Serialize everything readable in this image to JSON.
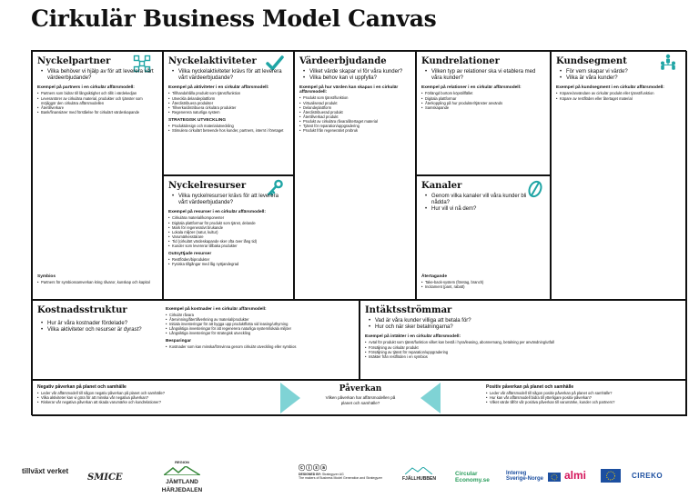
{
  "title": "Cirkulär Business Model Canvas",
  "colors": {
    "teal": "#1fa5a5",
    "arrow": "#7fd3d5",
    "ink": "#111111"
  },
  "nyckelpartner": {
    "heading": "Nyckelpartner",
    "questions": [
      "Vilka behöver vi hjälp av för att leverera vårt värdeerbjudande?"
    ],
    "sub": "Exempel på partners i en cirkulär affärsmodell:",
    "items": [
      "Partners som bidrar till långsiktighet och tillit i värdekedjan",
      "Leverantörer av cirkulära material, produkter och tjänster som möjliggör den cirkulära affärsmodellen",
      "Återtillverkare",
      "Bank/finansiärer med förståelse för cirkulärt värdeskapande"
    ],
    "sub2": "Symbios",
    "items2": [
      "Partners för symbiossamverkan kring råvaror, kunskap och kapital"
    ],
    "icon": "network-icon"
  },
  "nyckelaktiviteter": {
    "heading": "Nyckelaktiviteter",
    "questions": [
      "Vilka nyckelaktiviteter krävs för att leverera vårt värdeerbjudande?"
    ],
    "sub": "Exempel på aktiviteter i en cirkulär affärsmodell:",
    "items": [
      "Tillhandahålla produkt som tjänst/funktion",
      "Utveckla delandeplattform",
      "Återdistribuera produkter",
      "Tillverka/distribuera cirkulära produkter",
      "Regenerera naturliga system"
    ],
    "sub2": "STRATEGISK UTVECKLING",
    "items2": [
      "Produktdesign och materialutveckling",
      "Stimulera cirkulärt beteende hos kunder, partners, internt i företaget"
    ],
    "icon": "checkmark-icon"
  },
  "nyckelresurser": {
    "heading": "Nyckelresurser",
    "questions": [
      "Vilka nyckelresurser krävs för att leverera vårt värdeerbjudande?"
    ],
    "sub": "Exempel på resurser i en cirkulär affärsmodell:",
    "items": [
      "Cirkulära material/komponenter",
      "Digitala plattformar för produkt som tjänst, delande",
      "Mark för regenerativt brukande",
      "Lokala miljöer (natur, kultur)",
      "Varumärkesstärare",
      "Tid (cirkulärt värdeskapande sker ofta över lång tid)",
      "Kunder som levererar tillbaka produkter"
    ],
    "sub2": "Outnyttjade resurser",
    "items2": [
      "Restflöden/biprodukter",
      "Fysiska tillgångar med låg nyttjandegrad"
    ],
    "icon": "key-icon"
  },
  "vardeerbjudande": {
    "heading": "Värdeerbjudande",
    "questions": [
      "Vilket värde skapar vi för våra kunder?",
      "Vilka behov kan vi uppfylla?"
    ],
    "sub": "Exempel på hur värden kan skapas i en cirkulär affärsmodell:",
    "items": [
      "Produkt som tjänst/funktion",
      "Virtualiserad produkt",
      "Delandeplattform",
      "Återdistribuerad produkt",
      "Återtillverkad produkt",
      "Produkt av cirkulära råvara/återtaget material",
      "Tjänst för reparation/uppgradering",
      "Produkt från regenerativt probruk"
    ],
    "icon": "gift-icon"
  },
  "kundrelationer": {
    "heading": "Kundrelationer",
    "questions": [
      "Vilken typ av relationer ska vi etablera med våra kunder?"
    ],
    "sub": "Exempel på relationer i en cirkulär affärsmodell:",
    "items": [
      "Förlängd bortom köpstillfället",
      "Digitala plattformar",
      "Återkoppling på hur produkter/tjänster används",
      "Samskapande"
    ],
    "icon": "heart-icon"
  },
  "kanaler": {
    "heading": "Kanaler",
    "questions": [
      "Genom vilka kanaler vill våra kunder bli nådda?",
      "Hur vill vi nå dem?"
    ],
    "sub2": "Återtagande",
    "items2": [
      "Take-back-system (företag, branch)",
      "Incitament (pant, rabatt)"
    ],
    "icon": "truck-icon"
  },
  "kundsegment": {
    "heading": "Kundsegment",
    "questions": [
      "För vem skapar vi värde?",
      "Vilka är våra kunder?"
    ],
    "sub": "Exempel på kundsegment i en cirkulär affärsmodell:",
    "items": [
      "Köpare/användare av cirkulär produkt eller tjänst/funktion",
      "Köpare av restflöden eller återtaget material"
    ],
    "icon": "people-icon"
  },
  "kostnadsstruktur": {
    "heading": "Kostnadsstruktur",
    "questions": [
      "Hur är våra kostnader fördelade?",
      "Vilka aktiviteter och resurser är dyrast?"
    ],
    "sub": "Exempel på kostnader i en cirkulär affärsmodell:",
    "items": [
      "Cirkulär råvara",
      "Återvinning/återtillverkning av material/produkter",
      "Initiala investeringar för att bygga upp produktflotta vid leasing/uthyrning",
      "Långsiktiga investeringar för att regenerera naturliga system/lokala miljöer",
      "Långsiktiga investeringar för strategisk utveckling"
    ],
    "sub2": "Besparingar",
    "items2": [
      "Kostnader som kan minska/försvinna genom cirkulär utveckling eller symbios"
    ],
    "icon": "price-tag-icon"
  },
  "intakter": {
    "heading": "Intäktsströmmar",
    "questions": [
      "Vad är våra kunder villiga att betala för?",
      "Hur och när sker betalningarna?"
    ],
    "sub": "Exempel på intäkter i en cirkulär affärsmodell:",
    "items": [
      "Avtal för produkt som tjänst/funktion vilket kan bestå i hyra/leasing, abonnemang, betalning per användning/utfall",
      "Försäljning av cirkulär produkt",
      "Försäljning av tjänst för reparation/uppgradering",
      "Intäkter från restflöden i en symbios"
    ],
    "icon": "money-bag-icon"
  },
  "negativ": {
    "heading": "Negativ påverkan på planet och samhälle",
    "items": [
      "Leder vår affärsmodell till någon negativ påverkan på planet och samhälle?",
      "Vilka aktiviteter kan vi göra för att minska vår negativa påverkan?",
      "Riskerar vår negativa påverkan att skada varumärke och kundrelationer?"
    ]
  },
  "paverkan": {
    "heading": "Påverkan",
    "text": "Vilken påverkan har affärsmodellen på planet och samhälle?"
  },
  "positiv": {
    "heading": "Positiv påverkan på planet och samhälle",
    "items": [
      "Leder vår affärsmodell till någon positiv påverkan på planet och samhälle?",
      "Hur kan vår affärsmodell bidra till ytterligare positiv påverkan?",
      "Vilket värde tillför vår positiva påverkan till varumärke, kunder och partners?"
    ]
  },
  "footer": {
    "logos": [
      "tillväxt verket",
      "SMICE",
      "JÄMTLAND HÄRJEDALEN",
      "FJÄLLHUBBEN",
      "Circular Economy.se",
      "Interreg Sverige-Norge",
      "almi",
      "CIREKO"
    ],
    "region": "REGION",
    "designed_by": "DESIGNED BY:",
    "designer": "Strategyzer AG",
    "credit": "The makers of Business Model Generation and Strategyzer"
  }
}
